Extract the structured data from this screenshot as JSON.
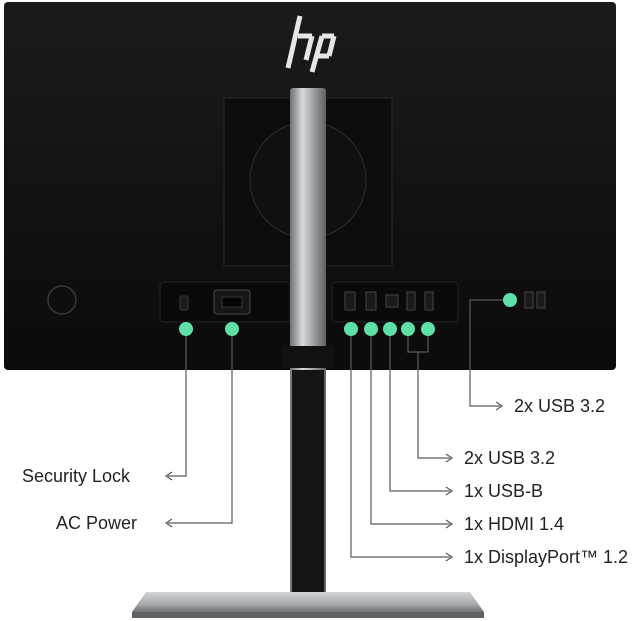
{
  "brand": {
    "logo_text": "hp"
  },
  "colors": {
    "monitor_back": "#131313",
    "port_marker": "#5ee0a8",
    "leader_line": "#5a5a5a",
    "stand_silver": "#b9bcbf"
  },
  "callouts": {
    "security_lock": "Security Lock",
    "ac_power": "AC Power",
    "usb_side": "2x USB 3.2",
    "usb_rear": "2x USB 3.2",
    "usb_b": "1x USB-B",
    "hdmi": "1x HDMI 1.4",
    "displayport": "1x DisplayPort™ 1.2"
  }
}
